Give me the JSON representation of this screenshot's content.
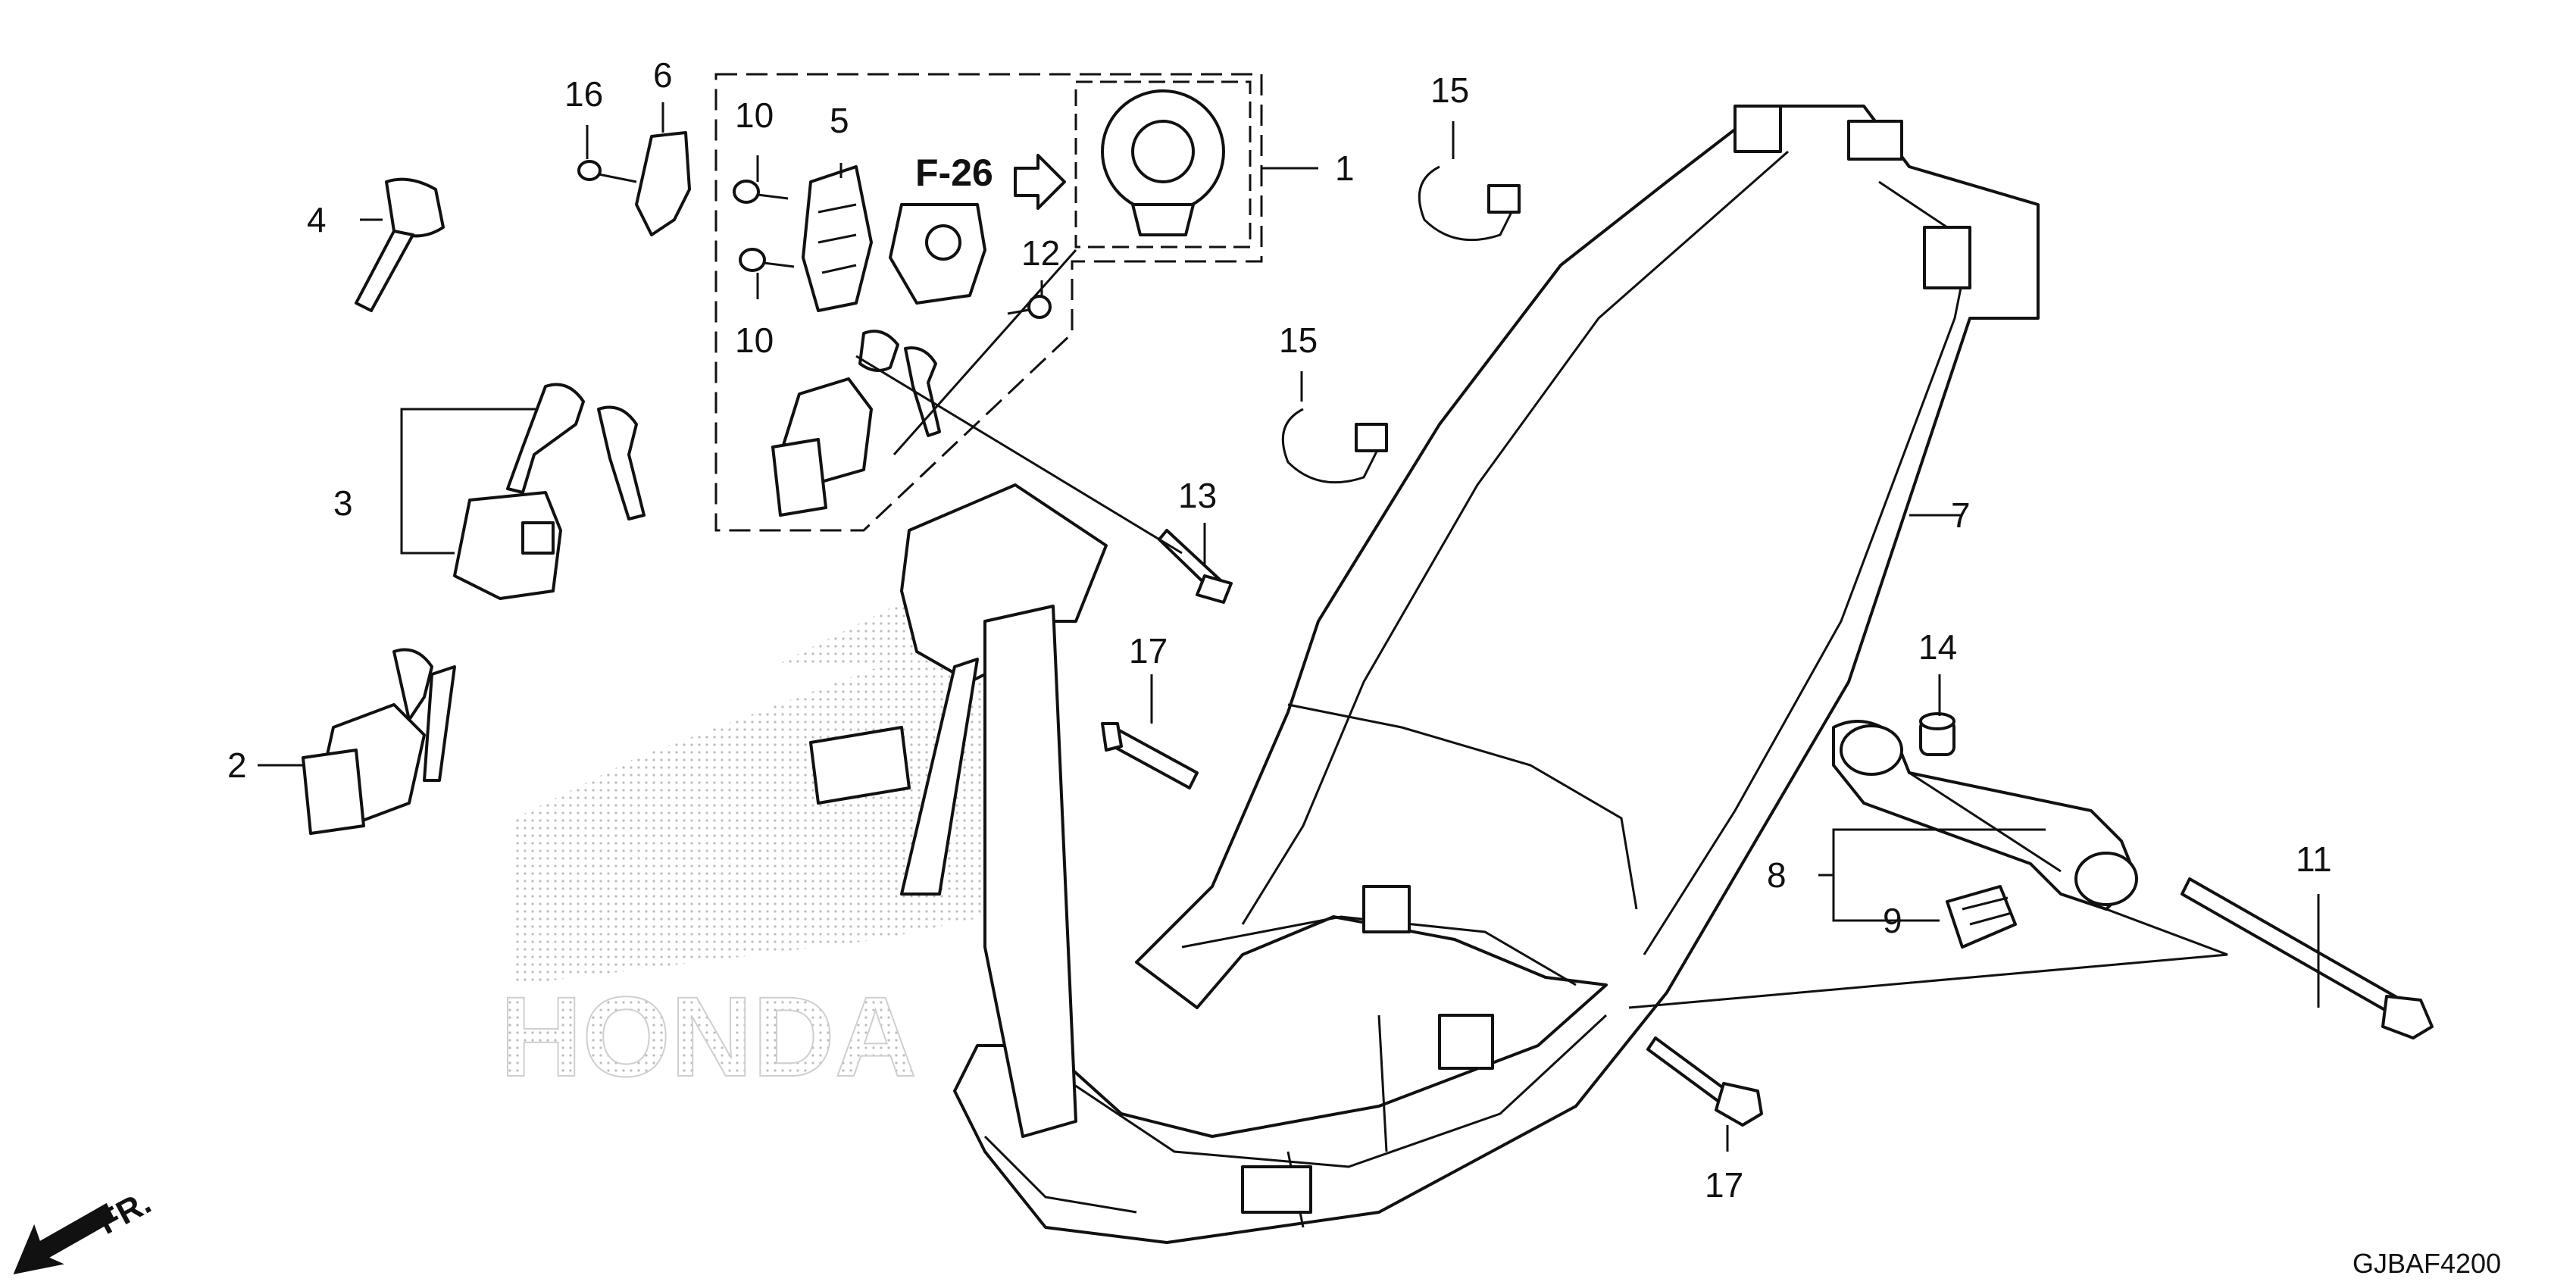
{
  "callouts": [
    {
      "id": "c1",
      "label": "1"
    },
    {
      "id": "c2",
      "label": "2"
    },
    {
      "id": "c3",
      "label": "3"
    },
    {
      "id": "c4",
      "label": "4"
    },
    {
      "id": "c5",
      "label": "5"
    },
    {
      "id": "c6",
      "label": "6"
    },
    {
      "id": "c7",
      "label": "7"
    },
    {
      "id": "c8",
      "label": "8"
    },
    {
      "id": "c9",
      "label": "9"
    },
    {
      "id": "c10a",
      "label": "10"
    },
    {
      "id": "c10b",
      "label": "10"
    },
    {
      "id": "c11",
      "label": "11"
    },
    {
      "id": "c12",
      "label": "12"
    },
    {
      "id": "c13",
      "label": "13"
    },
    {
      "id": "c14",
      "label": "14"
    },
    {
      "id": "c15a",
      "label": "15"
    },
    {
      "id": "c15b",
      "label": "15"
    },
    {
      "id": "c16",
      "label": "16"
    },
    {
      "id": "c17a",
      "label": "17"
    },
    {
      "id": "c17b",
      "label": "17"
    }
  ],
  "reference_label": "F-26",
  "direction_label": "FR.",
  "diagram_code": "GJBAF4200",
  "watermark_text": "HONDA"
}
